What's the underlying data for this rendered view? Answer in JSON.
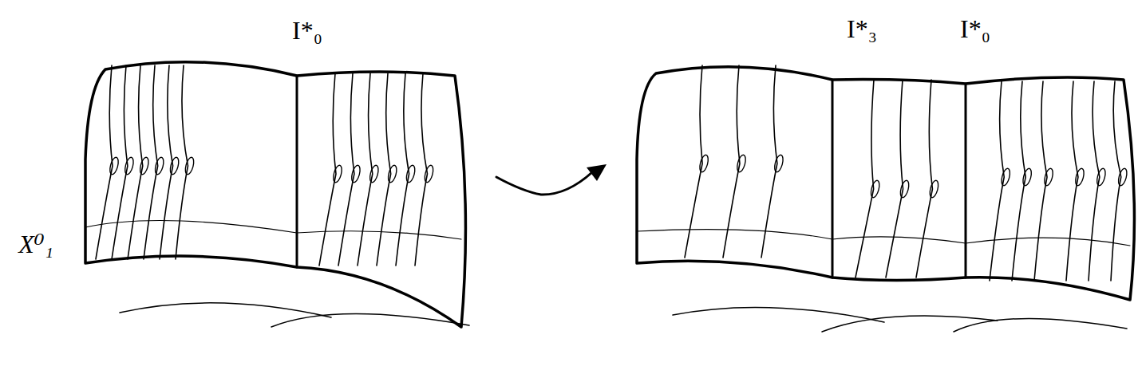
{
  "diagram": {
    "labels": [
      "I*₀",
      "X⁰₁",
      "I*₃",
      "I*₀"
    ]
  }
}
